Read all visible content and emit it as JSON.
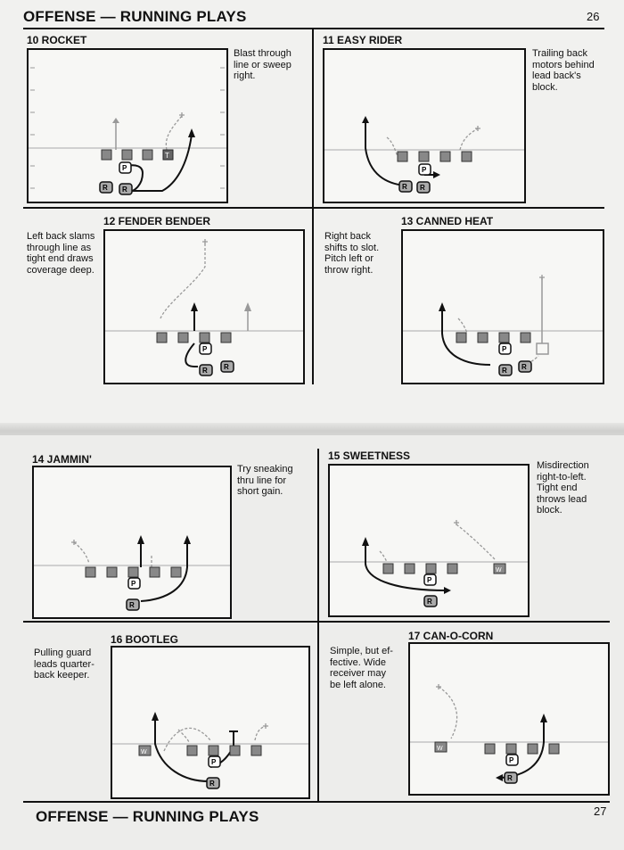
{
  "top_page": {
    "header": "OFFENSE — RUNNING PLAYS",
    "page_number": "26",
    "plays": [
      {
        "title": "10 ROCKET",
        "description": [
          "Blast through",
          "line or sweep",
          "right."
        ]
      },
      {
        "title": "11 EASY RIDER",
        "description": [
          "Trailing back",
          "motors behind",
          "lead back's",
          "block."
        ]
      },
      {
        "title": "12 FENDER BENDER",
        "description": [
          "Left back slams",
          "through line as",
          "tight end draws",
          "coverage deep."
        ]
      },
      {
        "title": "13 CANNED HEAT",
        "description": [
          "Right back",
          "shifts to slot.",
          "Pitch left or",
          "throw right."
        ]
      }
    ]
  },
  "bottom_page": {
    "header": "OFFENSE — RUNNING PLAYS",
    "page_number": "27",
    "plays": [
      {
        "title": "14 JAMMIN'",
        "description": [
          "Try sneaking",
          "thru line for",
          "short gain."
        ]
      },
      {
        "title": "15 SWEETNESS",
        "description": [
          "Misdirection",
          "right-to-left.",
          "Tight end",
          "throws lead",
          "block."
        ]
      },
      {
        "title": "16 BOOTLEG",
        "description": [
          "Pulling guard",
          "leads quarter-",
          "back keeper."
        ]
      },
      {
        "title": "17 CAN-O-CORN",
        "description": [
          "Simple, but ef-",
          "fective. Wide",
          "receiver may",
          "be left alone."
        ]
      }
    ]
  },
  "player_marks": {
    "quarterback": "P",
    "running_back": "R",
    "tight_end": "T",
    "wide_receiver": "W"
  },
  "colors": {
    "ink": "#111111",
    "route_gray": "#9a9a9a",
    "player_gray": "#8a8a8a"
  }
}
